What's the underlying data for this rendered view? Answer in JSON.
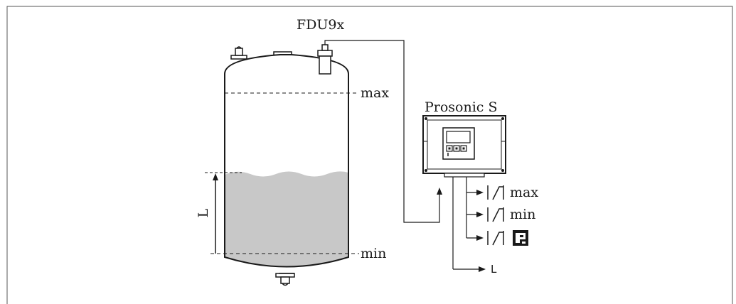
{
  "labels": {
    "sensor": "FDU9x",
    "transmitter": "Prosonic S",
    "tank_max": "max",
    "tank_min": "min",
    "level": "L",
    "relay_max": "max",
    "relay_min": "min",
    "analog_output": "L"
  },
  "icons": {
    "relay_contact": "relay-contact-icon",
    "fault_relay": "fault-relay-icon",
    "keypad": "keypad-icon"
  },
  "colors": {
    "liquid": "#c8c8c8",
    "line": "#1a1a1a",
    "border": "#555555"
  }
}
